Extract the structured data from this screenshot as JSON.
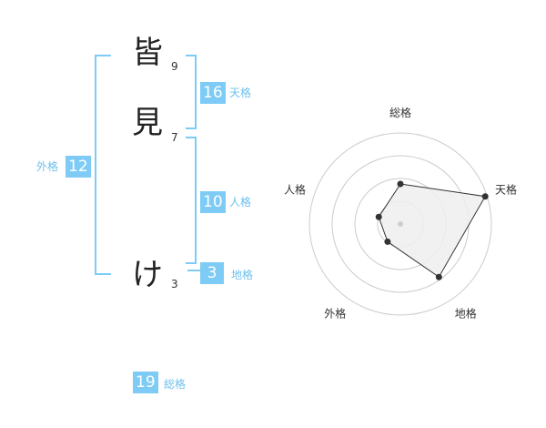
{
  "colors": {
    "accent": "#7ecbf5",
    "label": "#6fc0ee",
    "text": "#222222",
    "grid": "#cccccc",
    "fill": "#eeeeee",
    "line": "#333333"
  },
  "name": {
    "chars": [
      {
        "char": "皆",
        "strokes": "9"
      },
      {
        "char": "見",
        "strokes": "7"
      },
      {
        "char": "け",
        "strokes": "3"
      }
    ]
  },
  "kakusu": {
    "tenkaku": {
      "value": "16",
      "label": "天格"
    },
    "jinkaku": {
      "value": "10",
      "label": "人格"
    },
    "chikaku": {
      "value": "3",
      "label": "地格"
    },
    "gaikaku": {
      "value": "12",
      "label": "外格"
    },
    "soukaku": {
      "value": "19",
      "label": "総格"
    }
  },
  "chart_data": {
    "type": "radar",
    "axes": [
      "総格",
      "天格",
      "地格",
      "外格",
      "人格"
    ],
    "values": [
      19,
      16,
      3,
      12,
      10
    ],
    "normalized": [
      0.44,
      0.98,
      0.72,
      0.24,
      0.25
    ],
    "rings": 4,
    "range": [
      0,
      1
    ]
  }
}
